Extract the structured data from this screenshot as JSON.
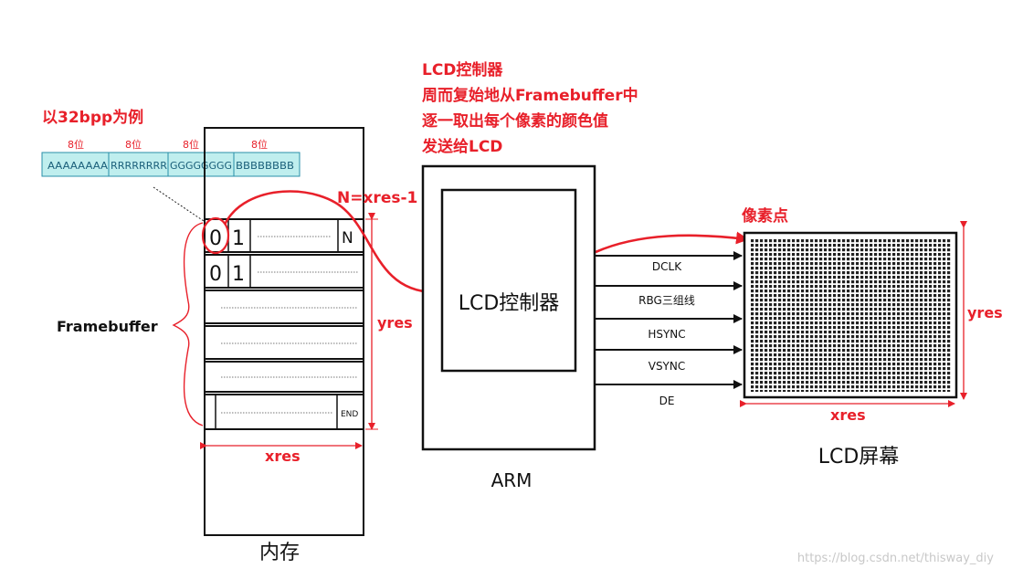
{
  "colors": {
    "accent": "#e8202a",
    "line": "#111111",
    "pixel_band_fill": "#bfeeee",
    "pixel_band_stroke": "#2a8fa8",
    "watermark": "#c8c8c8"
  },
  "pixel_format": {
    "title": "以32bpp为例",
    "bit_labels": [
      "8位",
      "8位",
      "8位",
      "8位"
    ],
    "channel_text": [
      "AAAAAAAA",
      "RRRRRRRR",
      "GGGGGGGG",
      "BBBBBBBB"
    ]
  },
  "controller_note": {
    "lines": [
      "LCD控制器",
      "周而复始地从Framebuffer中",
      "逐一取出每个像素的颜色值",
      "发送给LCD"
    ]
  },
  "memory": {
    "caption": "内存",
    "framebuffer_label": "Framebuffer",
    "row_first": {
      "cell0": "0",
      "cell1": "1",
      "last": "N"
    },
    "row_second": {
      "cell0": "0",
      "cell1": "1"
    },
    "end_label": "END",
    "width_label": "xres",
    "height_label": "yres",
    "n_annotation": "N=xres-1"
  },
  "arm": {
    "caption": "ARM",
    "controller_label": "LCD控制器"
  },
  "signals": [
    "DCLK",
    "RBG三组线",
    "HSYNC",
    "VSYNC",
    "DE"
  ],
  "screen": {
    "caption": "LCD屏幕",
    "pixel_label": "像素点",
    "width_label": "xres",
    "height_label": "yres"
  },
  "watermark": "https://blog.csdn.net/thisway_diy"
}
